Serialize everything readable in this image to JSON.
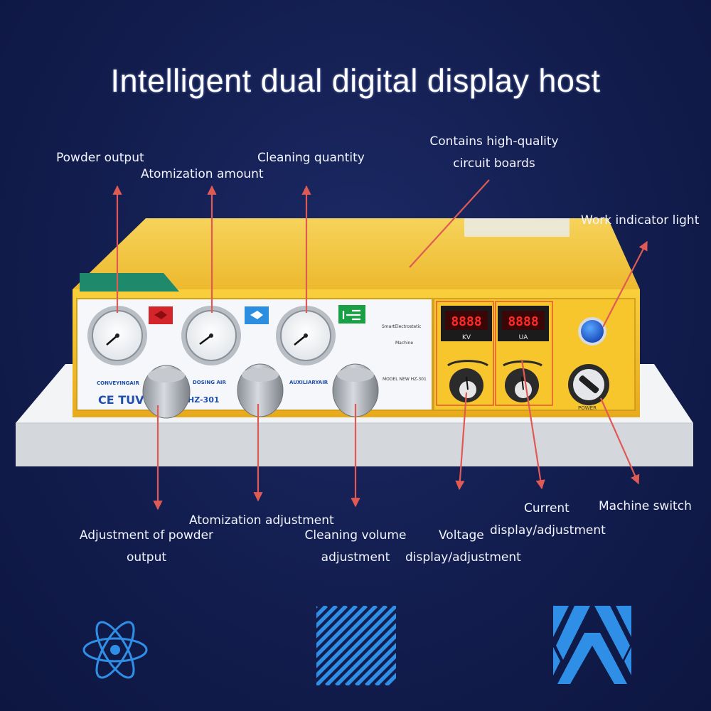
{
  "headline": "Intelligent dual digital display host",
  "callouts": {
    "powder_output": "Powder output",
    "atomization_amount": "Atomization amount",
    "cleaning_quantity": "Cleaning quantity",
    "circuit_boards_line1": "Contains high-quality",
    "circuit_boards_line2": "circuit boards",
    "work_indicator": "Work indicator light",
    "atomization_adjustment": "Atomization adjustment",
    "powder_adjust_line1": "Adjustment of powder",
    "powder_adjust_line2": "output",
    "cleaning_volume_line1": "Cleaning volume",
    "cleaning_volume_line2": "adjustment",
    "voltage_line1": "Voltage",
    "voltage_line2": "display/adjustment",
    "current_line1": "Current",
    "current_line2": "display/adjustment",
    "machine_switch": "Machine switch"
  },
  "panel": {
    "gauge_labels": [
      "CONVEYINGAIR",
      "DOSING AIR",
      "AUXILIARYAIR"
    ],
    "brand": "CE TUV",
    "model": "HZ-301",
    "machine_name_line1": "SmartElectrostatic",
    "machine_name_line2": "Machine",
    "model_line": "MODEL NEW  HZ-301",
    "kv_label": "KV",
    "ua_label": "UA",
    "kv_display": "8888",
    "ua_display": "8888",
    "power_label": "POWER"
  },
  "icons": [
    "atom-icon",
    "diagonal-stripes-icon",
    "abstract-a-logo-icon"
  ],
  "colors": {
    "background": "#141f52",
    "cabinet": "#f2c23a",
    "arrow": "#e05a55",
    "icon_blue": "#2f8fe6",
    "led": "#ff2a2a"
  }
}
